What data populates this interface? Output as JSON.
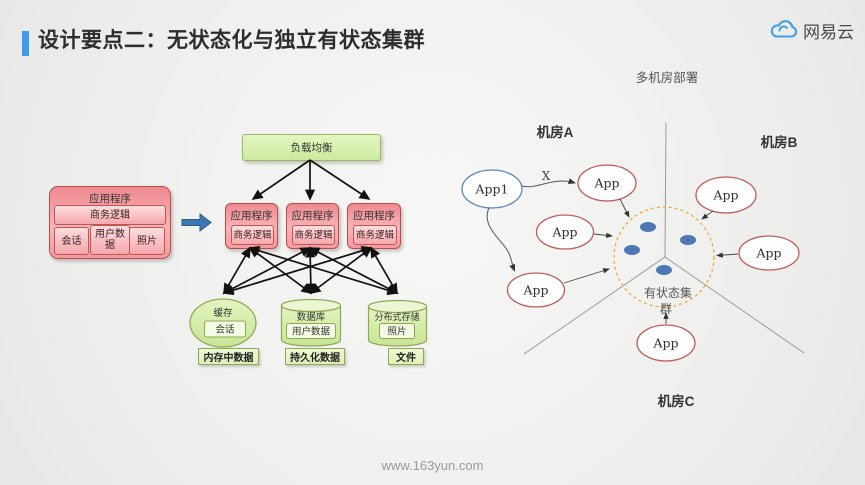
{
  "header": {
    "title": "设计要点二：无状态化与独立有状态集群",
    "brand": "网易云"
  },
  "footer": {
    "url": "www.163yun.com"
  },
  "left_diagram": {
    "app_group": {
      "title": "应用程序",
      "logic": "商务逻辑",
      "items": [
        "会话",
        "用户数据",
        "照片"
      ]
    },
    "load_balancer": "负载均衡",
    "app_nodes": [
      {
        "title": "应用程序",
        "logic": "商务逻辑"
      },
      {
        "title": "应用程序",
        "logic": "商务逻辑"
      },
      {
        "title": "应用程序",
        "logic": "商务逻辑"
      }
    ],
    "storages": [
      {
        "title": "缓存",
        "inner": "会话",
        "label": "内存中数据"
      },
      {
        "title": "数据库",
        "inner": "用户数据",
        "label": "持久化数据"
      },
      {
        "title": "分布式存储",
        "inner": "照片",
        "label": "文件"
      }
    ]
  },
  "right_diagram": {
    "title": "多机房部署",
    "zone_a": "机房A",
    "zone_b": "机房B",
    "zone_c": "机房C",
    "app1_label": "App1",
    "app_label": "App",
    "x_label": "X",
    "cluster_label_lines": [
      "有状态集",
      "群"
    ]
  },
  "colors": {
    "accent_bar": "#3D9BE9",
    "brand_blue": "#41A0E6",
    "pink_border": "#BE4B48",
    "green_border": "#8FA854",
    "node_red": "#C25B56",
    "node_blue": "#5B88C0",
    "dot_blue": "#4C79B5",
    "cluster_dash": "#F2A93F"
  }
}
